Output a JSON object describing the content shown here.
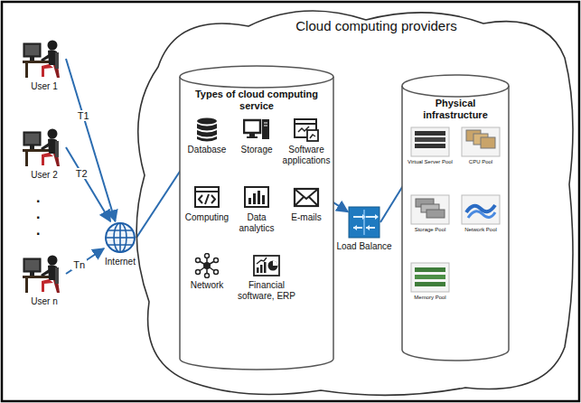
{
  "diagram": {
    "nodes": [
      {
        "text": [
          "Cloud computing providers"
        ]
      },
      {
        "text": [
          "User 1"
        ]
      },
      {
        "text": [
          "User 2"
        ]
      },
      {
        "text": [
          "User n"
        ]
      },
      {
        "text": [
          "Internet"
        ]
      },
      {
        "text": [
          "Types of cloud computing service"
        ],
        "in": 0
      },
      {
        "text": [
          "Database"
        ],
        "in": 5
      },
      {
        "text": [
          "Storage"
        ],
        "in": 5
      },
      {
        "text": [
          "Software applications"
        ],
        "in": 5
      },
      {
        "text": [
          "Computing"
        ],
        "in": 5
      },
      {
        "text": [
          "Data analytics"
        ],
        "in": 5
      },
      {
        "text": [
          "E-mails"
        ],
        "in": 5
      },
      {
        "text": [
          "Network"
        ],
        "in": 5
      },
      {
        "text": [
          "Financial software, ERP"
        ],
        "in": 5
      },
      {
        "text": [
          "Load Balance"
        ],
        "in": 0
      },
      {
        "text": [
          "Physical infrastructure"
        ],
        "in": 0
      },
      {
        "text": [
          "Virtual Server Pool"
        ],
        "in": 15
      },
      {
        "text": [
          "CPU Pool"
        ],
        "in": 15
      },
      {
        "text": [
          "Storage Pool"
        ],
        "in": 15
      },
      {
        "text": [
          "Network Pool"
        ],
        "in": 15
      },
      {
        "text": [
          "Memory Pool"
        ],
        "in": 15
      }
    ],
    "edges": [
      {
        "from": 1,
        "to": 4,
        "label": "T1",
        "arrow": "to"
      },
      {
        "from": 2,
        "to": 4,
        "label": "T2",
        "arrow": "to"
      },
      {
        "from": 3,
        "to": 4,
        "label": "Tn",
        "arrow": "to"
      },
      {
        "from": 4,
        "to": 5,
        "arrow": "to"
      },
      {
        "from": 5,
        "to": 14,
        "arrow": "to"
      },
      {
        "from": 14,
        "to": 15,
        "arrow": "to"
      }
    ],
    "labels": [
      ".",
      ".",
      "."
    ]
  }
}
